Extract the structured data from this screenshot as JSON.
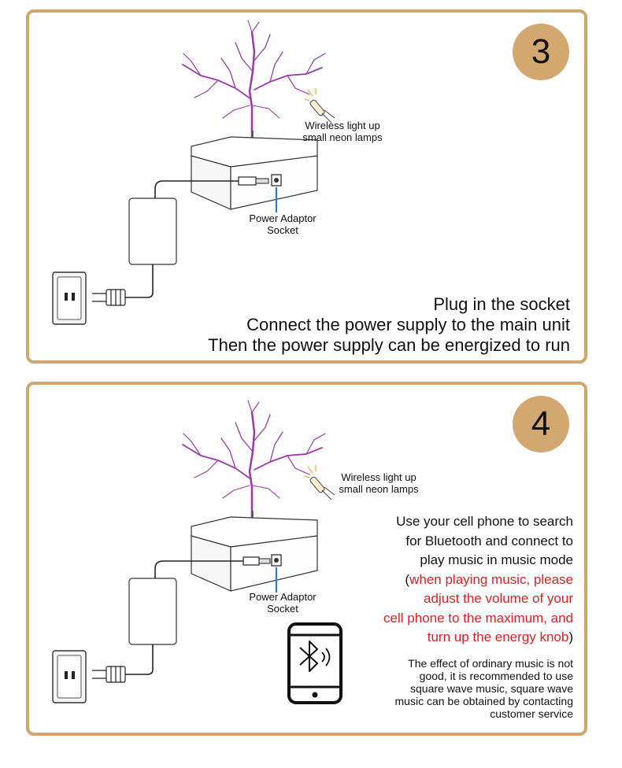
{
  "step3": {
    "number": "3",
    "lamp_label_1": "Wireless light up",
    "lamp_label_2": "small neon lamps",
    "socket_label_1": "Power Adaptor",
    "socket_label_2": "Socket",
    "instructions": [
      "Plug in the socket",
      "Connect the power supply to the main unit",
      "Then the power supply can be energized to run"
    ]
  },
  "step4": {
    "number": "4",
    "lamp_label_1": "Wireless light up",
    "lamp_label_2": "small neon lamps",
    "socket_label_1": "Power Adaptor",
    "socket_label_2": "Socket",
    "bt_lines": [
      "Use your cell phone to search",
      "for Bluetooth and connect to",
      "play music in music mode"
    ],
    "red_open_paren": "(",
    "red_lines": [
      "when playing music, please",
      "adjust the volume of your",
      "cell phone to the maximum, and",
      "turn up the energy knob"
    ],
    "red_close_paren": ")",
    "note_lines": [
      "The effect of ordinary music is not",
      "good, it is recommended to use",
      "square wave music, square wave",
      "music can be obtained by contacting",
      "customer service"
    ]
  },
  "colors": {
    "border": "#cfa66c",
    "badge": "#d2a770",
    "arc": "#9b3aa8",
    "pointer": "#1f7fd6",
    "warning_text": "#e02020"
  }
}
